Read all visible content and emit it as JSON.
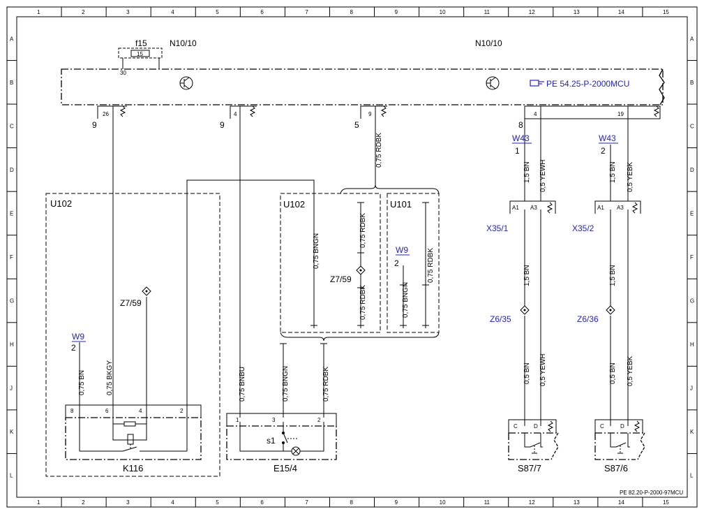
{
  "frame": {
    "columns": [
      "1",
      "2",
      "3",
      "4",
      "5",
      "6",
      "7",
      "8",
      "9",
      "10",
      "11",
      "12",
      "13",
      "14",
      "15"
    ],
    "rows": [
      "A",
      "B",
      "C",
      "D",
      "E",
      "F",
      "G",
      "H",
      "J",
      "K",
      "L"
    ]
  },
  "footer": {
    "doc_id": "PE 82.20-P-2000-97MCU"
  },
  "module": {
    "name_left": "N10/10",
    "name_right": "N10/10",
    "fuse_name": "f15",
    "fuse_value": "15",
    "fuse_pin": "30",
    "reference": "PE 54.25-P-2000MCU",
    "pins": {
      "p26": "26",
      "p4a": "4",
      "p9": "9",
      "p4b": "4",
      "p19": "19"
    },
    "plugs": {
      "c1": "9",
      "c2": "9",
      "c3": "5",
      "c4": "8"
    }
  },
  "wires": {
    "w_rdbk_top": "0,75 RDBK",
    "w_bngn_u102": "0,75 BNGN",
    "w_rdbk_u102_top": "0,75 RDBK",
    "w_rdbk_u102_bot": "0,75 RDBK",
    "w_bngn_u101": "0,75 BNGN",
    "w_rdbk_u101": "0,75 RDBK",
    "w_bn_k116": "0,75 BN",
    "w_bkgy_k116": "0,75 BKGY",
    "w_bnbu": "0,75 BNBU",
    "w_bngn_e15": "0,75 BNGN",
    "w_rdbk_e15": "0,75 RDBK",
    "w_bn_15_a": "1,5 BN",
    "w_yewh_a": "0,5 YEWH",
    "w_bn_15_a2": "1,5 BN",
    "w_bn_05_a": "0,5 BN",
    "w_yewh_a2": "0,5 YEWH",
    "w_bn_15_b": "1,5 BN",
    "w_yebk_b": "0,5 YEBK",
    "w_bn_15_b2": "1,5 BN",
    "w_bn_05_b": "0,5 BN",
    "w_yebk_b2": "0,5 YEBK"
  },
  "components": {
    "u102_left": "U102",
    "u102_mid": "U102",
    "u101": "U101",
    "z759_left": "Z7/59",
    "z759_mid": "Z7/59",
    "w9_left": "W9",
    "w9_left_pin": "2",
    "w9_mid": "W9",
    "w9_mid_pin": "2",
    "w43_a": "W43",
    "w43_a_pin": "1",
    "w43_b": "W43",
    "w43_b_pin": "2",
    "x35_1": "X35/1",
    "x35_2": "X35/2",
    "x35_pin_a": "A1",
    "x35_pin_b": "A3",
    "x35_pin_c": "A1",
    "x35_pin_d": "A3",
    "z635": "Z6/35",
    "z636": "Z6/36",
    "k116": "K116",
    "k116_pins": [
      "8",
      "6",
      "4",
      "2"
    ],
    "e154": "E15/4",
    "e154_pins": [
      "1",
      "3",
      "2"
    ],
    "s1": "s1",
    "s877": "S87/7",
    "s876": "S87/6",
    "s87_pins": [
      "C",
      "D",
      "C",
      "D"
    ]
  }
}
